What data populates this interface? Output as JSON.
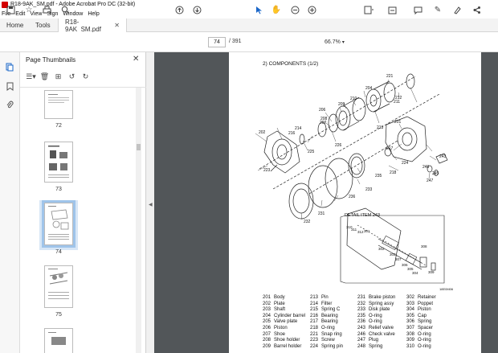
{
  "window": {
    "title": "R18-9AK_SM.pdf - Adobe Acrobat Pro DC (32-bit)"
  },
  "menu": [
    "File",
    "Edit",
    "View",
    "Sign",
    "Window",
    "Help"
  ],
  "tabs": {
    "home": "Home",
    "tools": "Tools",
    "document": "R18-9AK_SM.pdf"
  },
  "toolbar": {
    "page_current": "74",
    "page_total": "/ 391",
    "zoom": "66.7%"
  },
  "panel": {
    "title": "Page Thumbnails",
    "thumbnails": [
      {
        "label": "72"
      },
      {
        "label": "73"
      },
      {
        "label": "74",
        "selected": true
      },
      {
        "label": "75"
      }
    ]
  },
  "page": {
    "section_title": "2) COMPONENTS (1/2)",
    "detail_label": "DETAIL ITEM 243",
    "figure_number": "18E0M06",
    "callouts": [
      "221",
      "204",
      "212",
      "211",
      "210",
      "209",
      "206",
      "208",
      "207",
      "213",
      "201",
      "202",
      "214",
      "216",
      "226",
      "217",
      "225",
      "243",
      "224",
      "246",
      "247",
      "245",
      "223",
      "218",
      "235",
      "205",
      "236",
      "233",
      "231",
      "232",
      "310",
      "311",
      "312",
      "301",
      "302",
      "303",
      "307",
      "306",
      "305",
      "308",
      "304",
      "309"
    ],
    "legend": [
      [
        [
          "201",
          "Body"
        ],
        [
          "202",
          "Plate"
        ],
        [
          "203",
          "Shaft"
        ],
        [
          "204",
          "Cylinder barrel"
        ],
        [
          "205",
          "Valve plate"
        ],
        [
          "206",
          "Piston"
        ],
        [
          "207",
          "Shoe"
        ],
        [
          "208",
          "Shoe holder"
        ],
        [
          "209",
          "Barrel holder"
        ]
      ],
      [
        [
          "213",
          "Pin"
        ],
        [
          "214",
          "Filter"
        ],
        [
          "215",
          "Spring C"
        ],
        [
          "216",
          "Bearing"
        ],
        [
          "217",
          "Bearing"
        ],
        [
          "218",
          "O-ring"
        ],
        [
          "221",
          "Snap ring"
        ],
        [
          "223",
          "Screw"
        ],
        [
          "224",
          "Spring pin"
        ]
      ],
      [
        [
          "231",
          "Brake piston"
        ],
        [
          "232",
          "Spring assy"
        ],
        [
          "233",
          "Disk plate"
        ],
        [
          "235",
          "O-ring"
        ],
        [
          "236",
          "O-ring"
        ],
        [
          "243",
          "Relief valve"
        ],
        [
          "246",
          "Check valve"
        ],
        [
          "247",
          "Plug"
        ],
        [
          "248",
          "Spring"
        ]
      ],
      [
        [
          "302",
          "Retainer"
        ],
        [
          "303",
          "Poppet"
        ],
        [
          "304",
          "Piston"
        ],
        [
          "305",
          "Cap"
        ],
        [
          "306",
          "Spring"
        ],
        [
          "307",
          "Spacer"
        ],
        [
          "308",
          "O-ring"
        ],
        [
          "309",
          "O-ring"
        ],
        [
          "310",
          "O-ring"
        ]
      ]
    ]
  }
}
